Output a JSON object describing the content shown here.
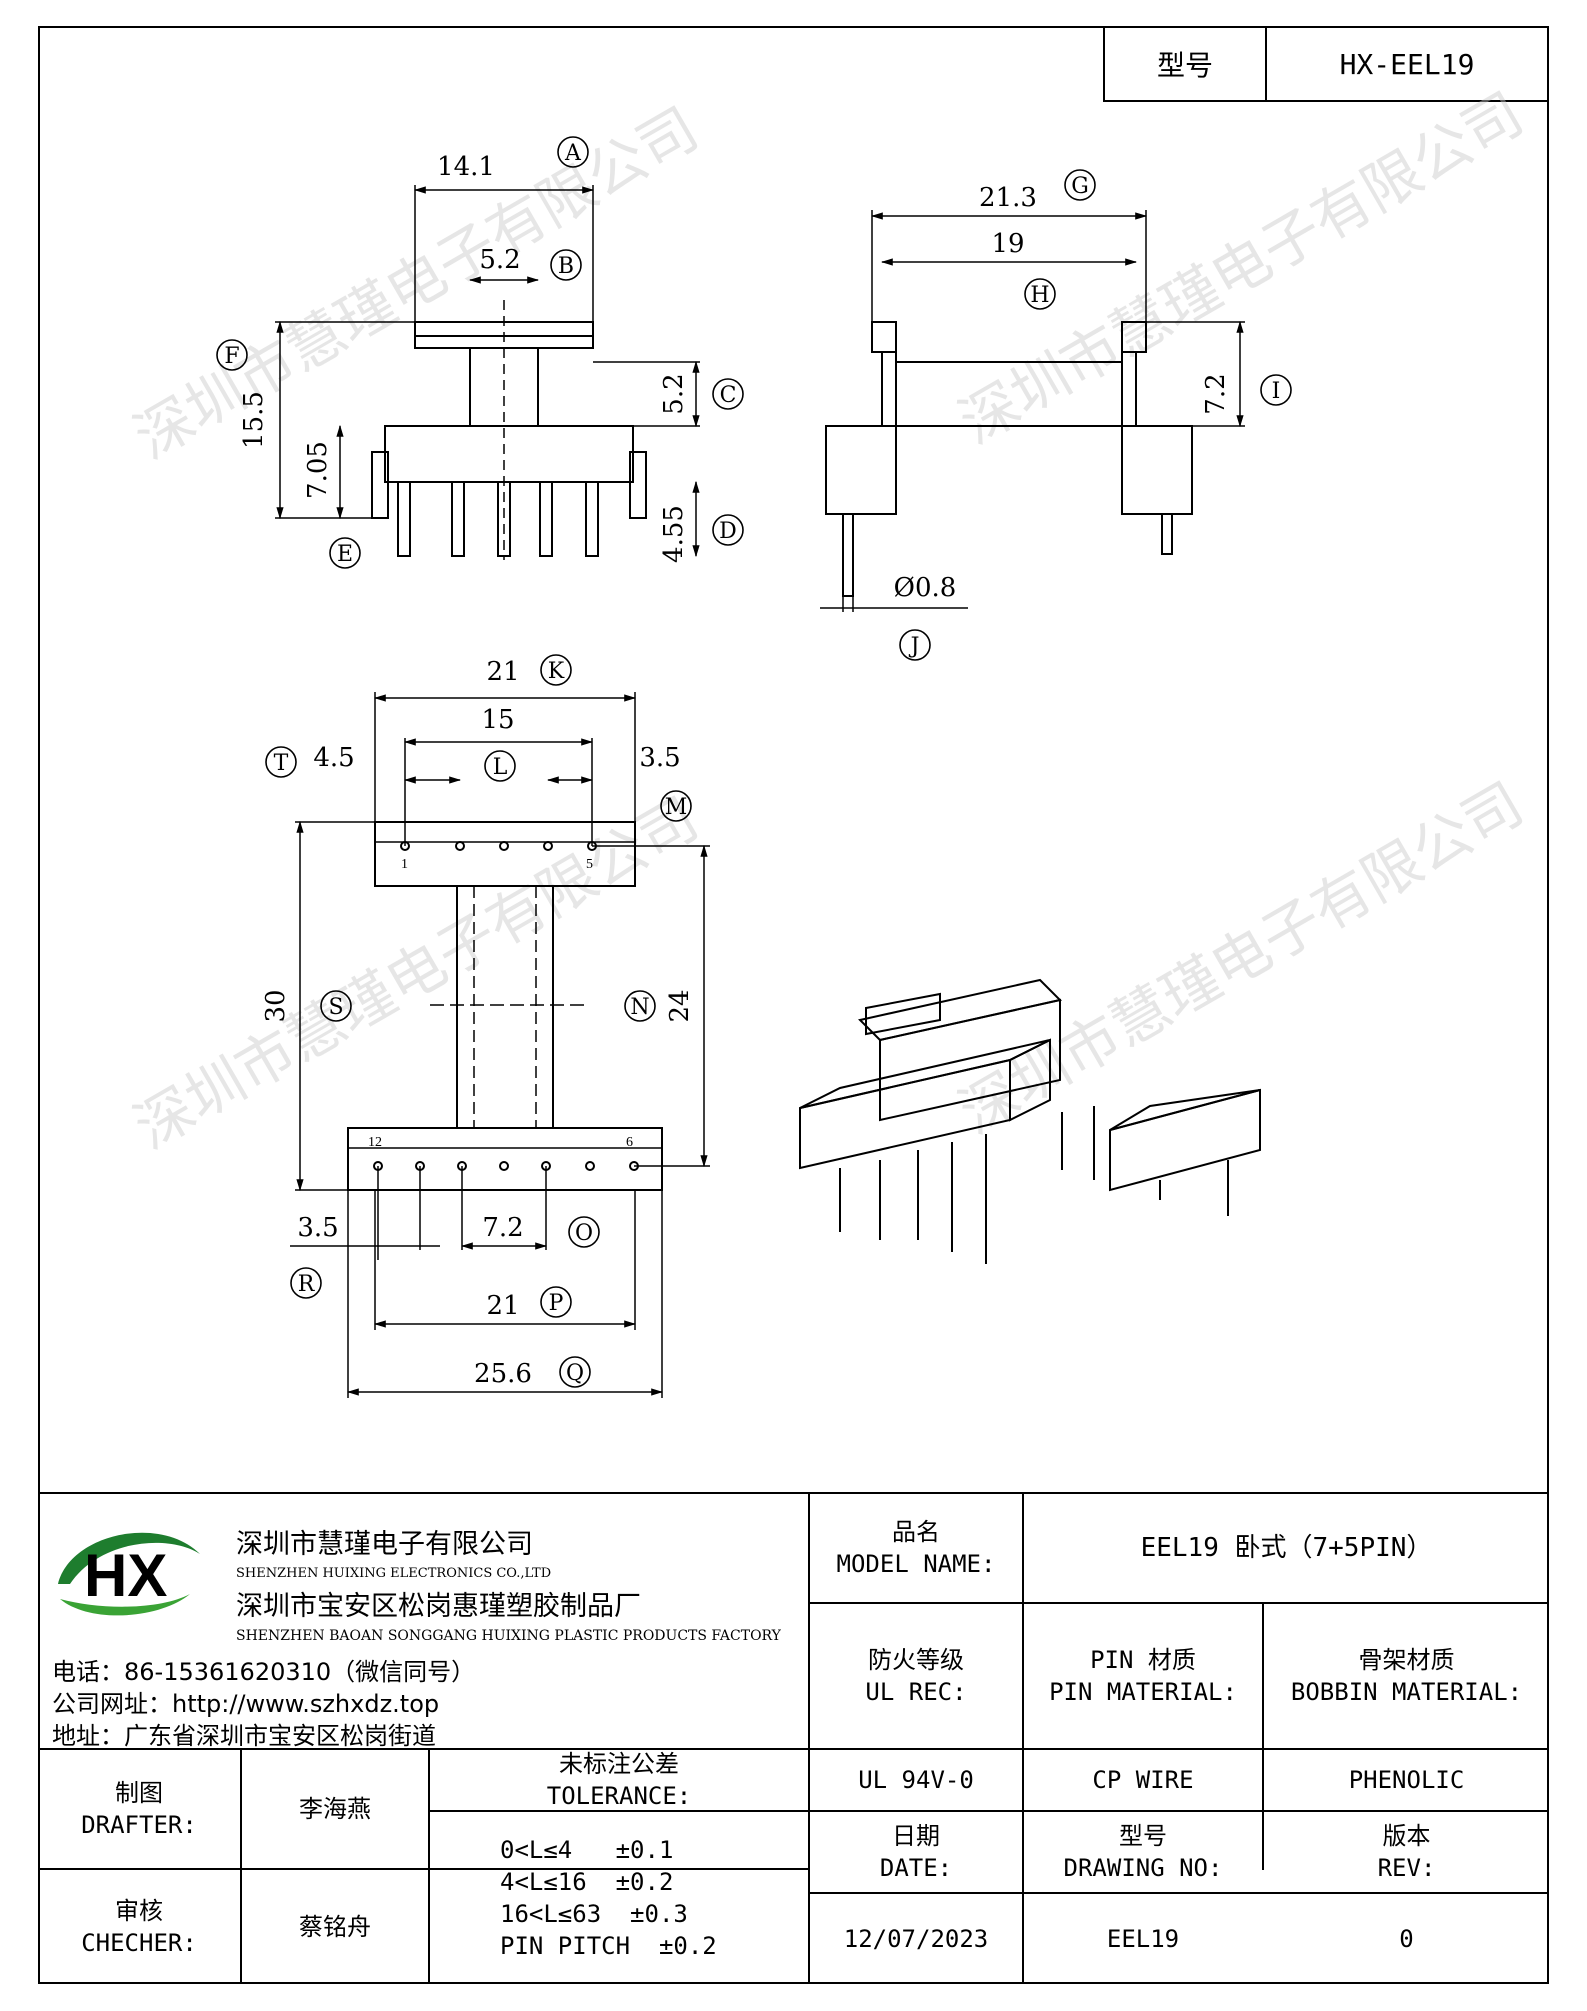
{
  "model_box": {
    "label": "型号",
    "value": "HX-EEL19"
  },
  "dims": {
    "A": "14.1",
    "B": "5.2",
    "C": "5.2",
    "D": "4.55",
    "E": "7.05",
    "F": "15.5",
    "G": "21.3",
    "H": "19",
    "I": "7.2",
    "J": "Ø0.8",
    "K": "21",
    "L": "15",
    "T": "4.5",
    "M": "3.5",
    "S": "30",
    "N": "24",
    "R": "3.5",
    "O": "7.2",
    "P": "21",
    "Q": "25.6"
  },
  "labels": [
    "A",
    "B",
    "C",
    "D",
    "E",
    "F",
    "G",
    "H",
    "I",
    "J",
    "K",
    "L",
    "M",
    "N",
    "O",
    "P",
    "Q",
    "R",
    "S",
    "T"
  ],
  "pin_marks": {
    "pin1": "1",
    "pin5": "5",
    "pin12": "12",
    "pin6": "6"
  },
  "watermark": "深圳市慧瑾电子有限公司",
  "company": {
    "logo_text": "HX",
    "name_cn": "深圳市慧瑾电子有限公司",
    "name_en": "SHENZHEN HUIXING ELECTRONICS CO.,LTD",
    "factory_cn": "深圳市宝安区松岗惠瑾塑胶制品厂",
    "factory_en": "SHENZHEN BAOAN SONGGANG HUIXING PLASTIC PRODUCTS FACTORY",
    "phone": "电话：86-15361620310（微信同号）",
    "website": "公司网址：http://www.szhxdz.top",
    "address": "地址：广东省深圳市宝安区松岗街道"
  },
  "title_block": {
    "model_name_cn": "品名",
    "model_name_en": "MODEL NAME:",
    "model_name_value": "EEL19 卧式（7+5PIN）",
    "ul_cn": "防火等级",
    "ul_en": "UL REC:",
    "pin_cn": "PIN 材质",
    "pin_en": "PIN MATERIAL:",
    "bobbin_cn": "骨架材质",
    "bobbin_en": "BOBBIN MATERIAL:",
    "ul_value": "UL 94V-0",
    "pin_value": "CP WIRE",
    "bobbin_value": "PHENOLIC",
    "drafter_cn": "制图",
    "drafter_en": "DRAFTER:",
    "drafter_name": "李海燕",
    "checker_cn": "审核",
    "checker_en": "CHECHER:",
    "checker_name": "蔡铭舟",
    "tol_cn": "未标注公差",
    "tol_en": "TOLERANCE:",
    "tol_lines": [
      "0<L≤4   ±0.1",
      "4<L≤16  ±0.2",
      "16<L≤63  ±0.3",
      "PIN PITCH  ±0.2"
    ],
    "date_cn": "日期",
    "date_en": "DATE:",
    "date_value": "12/07/2023",
    "dwg_cn": "型号",
    "dwg_en": "DRAWING NO:",
    "dwg_value": "EEL19",
    "rev_cn": "版本",
    "rev_en": "REV:",
    "rev_value": "0"
  },
  "colors": {
    "logo_green": "#3aa335",
    "logo_yellow": "#e8b41c",
    "logo_swoosh": "#1e7d2e"
  }
}
